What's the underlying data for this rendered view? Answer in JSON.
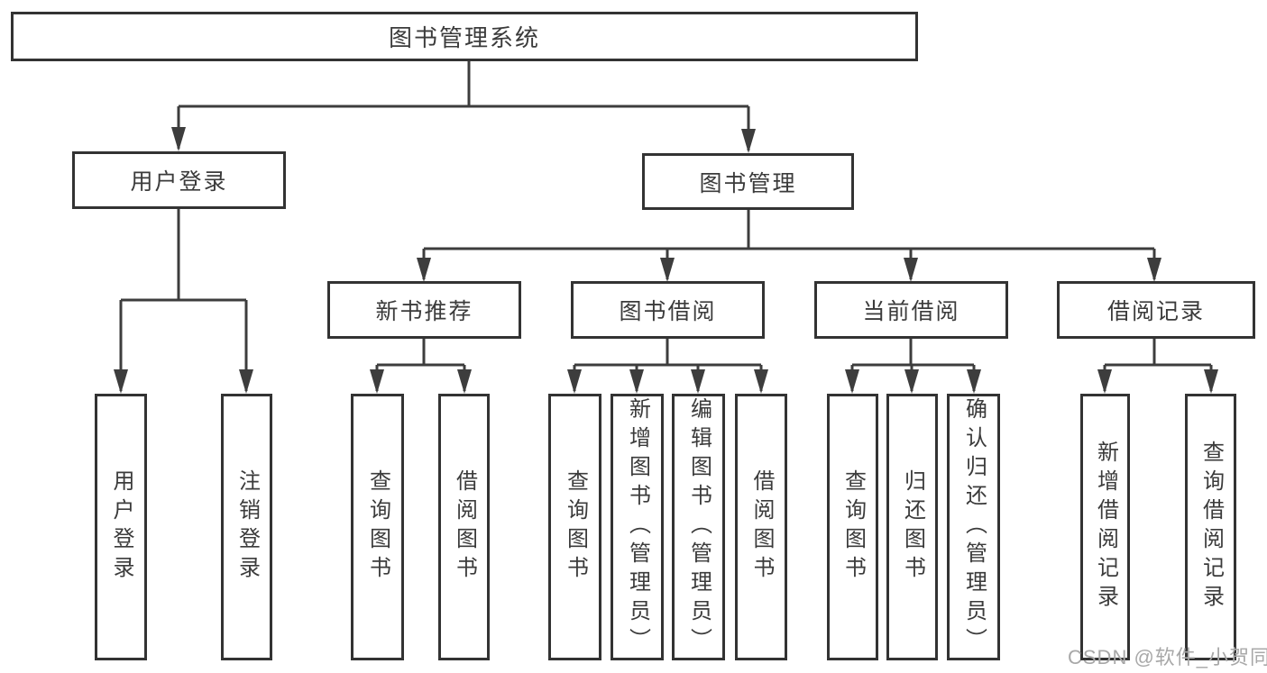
{
  "colors": {
    "line": "#3d3d3d",
    "border": "#333333",
    "text": "#3b3b3b",
    "watermark": "#a8a8a8",
    "background": "#ffffff"
  },
  "nodes": {
    "root": "图书管理系统",
    "user_login": "用户登录",
    "book_management": "图书管理",
    "new_book_recommend": "新书推荐",
    "book_borrowing": "图书借阅",
    "current_borrowing": "当前借阅",
    "borrowing_records": "借阅记录",
    "leaf_user_login": "用户登录",
    "leaf_logout": "注销登录",
    "leaf_nb_query_books": "查询图书",
    "leaf_nb_borrow_books": "借阅图书",
    "leaf_bb_query_books": "查询图书",
    "leaf_bb_add_books": "新增图书（管理员）",
    "leaf_bb_edit_books": "编辑图书（管理员）",
    "leaf_bb_borrow_books": "借阅图书",
    "leaf_cb_query_books": "查询图书",
    "leaf_cb_return_books": "归还图书",
    "leaf_cb_confirm_return": "确认归还（管理员）",
    "leaf_br_add_record": "新增借阅记录",
    "leaf_br_query_record": "查询借阅记录"
  },
  "watermark": "CSDN @软件_小贺同学"
}
